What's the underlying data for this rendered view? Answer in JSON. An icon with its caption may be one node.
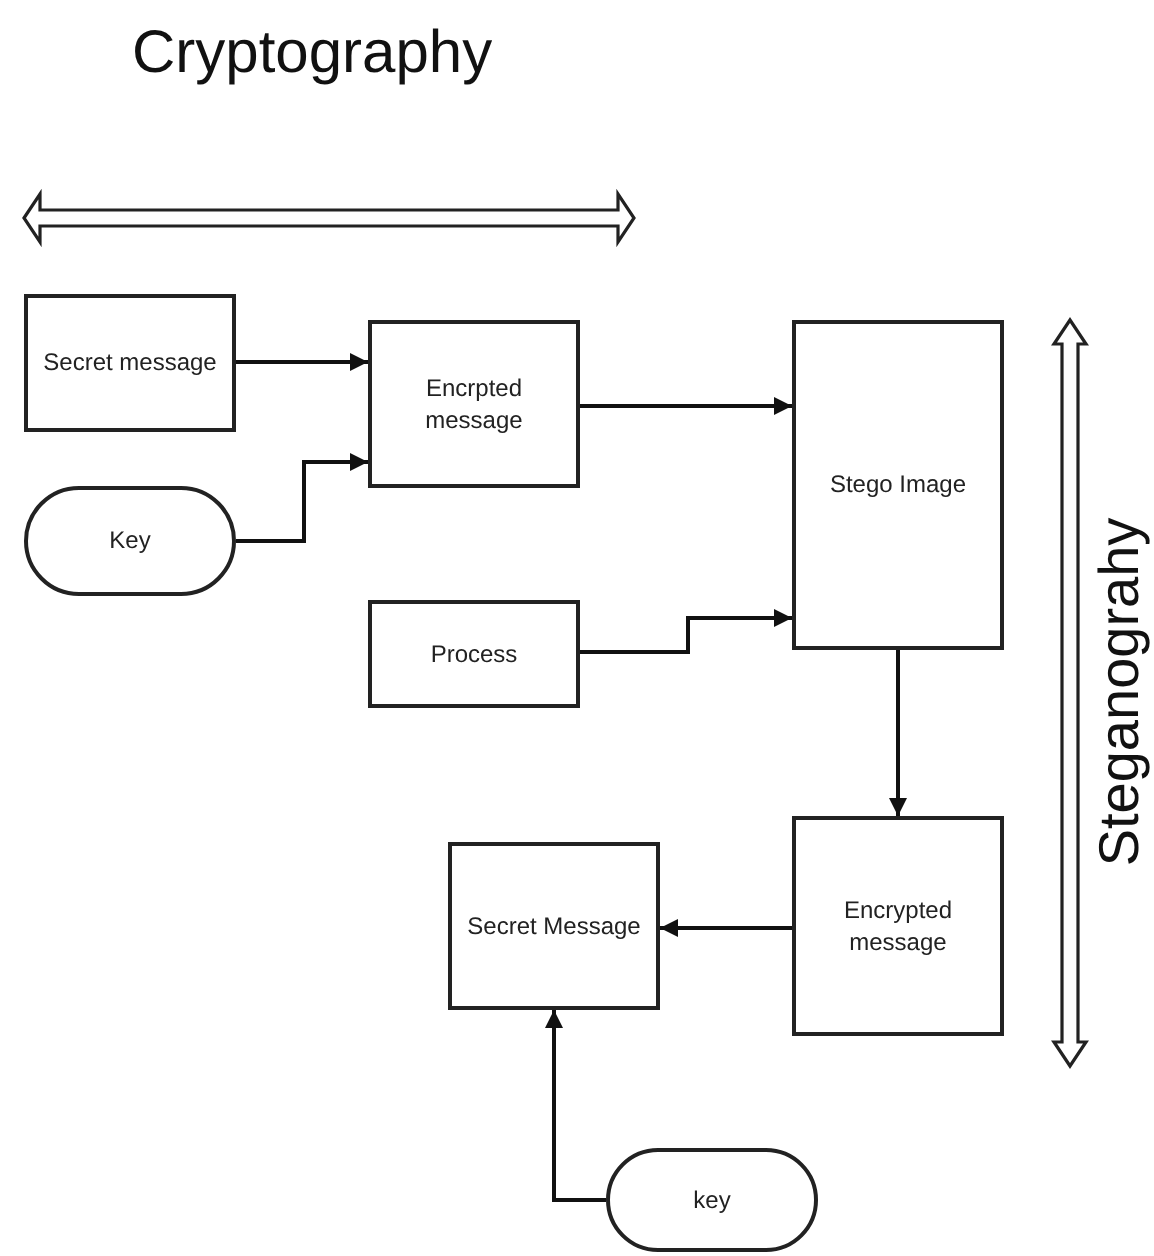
{
  "diagram": {
    "nodes": [
      {
        "text": [
          "Secret message"
        ]
      },
      {
        "text": [
          "Key"
        ]
      },
      {
        "text": [
          "Encrpted message"
        ]
      },
      {
        "text": [
          "Process"
        ]
      },
      {
        "text": [
          "Stego Image"
        ]
      },
      {
        "text": [
          "Encrypted message"
        ]
      },
      {
        "text": [
          "Secret Message"
        ]
      },
      {
        "text": [
          "key"
        ]
      }
    ],
    "edges": [
      {
        "from": 0,
        "to": 2,
        "arrow": "to"
      },
      {
        "from": 1,
        "to": 2,
        "arrow": "to"
      },
      {
        "from": 2,
        "to": 4,
        "arrow": "to"
      },
      {
        "from": 3,
        "to": 4,
        "arrow": "to"
      },
      {
        "from": 4,
        "to": 5,
        "arrow": "to"
      },
      {
        "from": 5,
        "to": 6,
        "arrow": "to"
      },
      {
        "from": 7,
        "to": 6,
        "arrow": "to"
      }
    ],
    "labels": [
      "Cryptography",
      "Steganograhy"
    ]
  }
}
